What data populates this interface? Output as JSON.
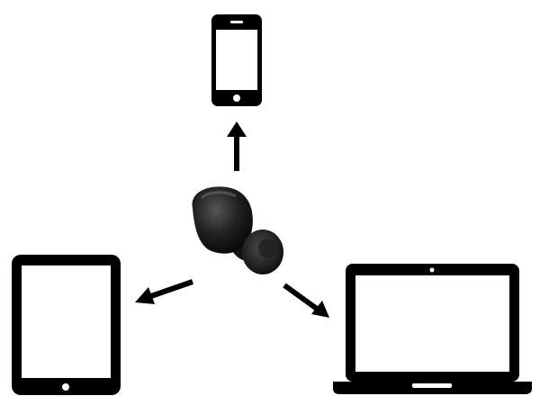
{
  "diagram": {
    "hub": {
      "icon": "wireless-earbud-icon"
    },
    "devices": [
      {
        "id": "phone",
        "icon": "smartphone-icon"
      },
      {
        "id": "tablet",
        "icon": "tablet-icon"
      },
      {
        "id": "laptop",
        "icon": "laptop-icon"
      }
    ],
    "connections": [
      {
        "from": "earbud",
        "to": "phone",
        "direction": "up"
      },
      {
        "from": "earbud",
        "to": "tablet",
        "direction": "left"
      },
      {
        "from": "earbud",
        "to": "laptop",
        "direction": "down-right"
      }
    ],
    "colors": {
      "foreground": "#000000",
      "earbud_body": "#1a1a1a",
      "earbud_highlight": "#4a4a4a",
      "background": "#ffffff"
    }
  }
}
